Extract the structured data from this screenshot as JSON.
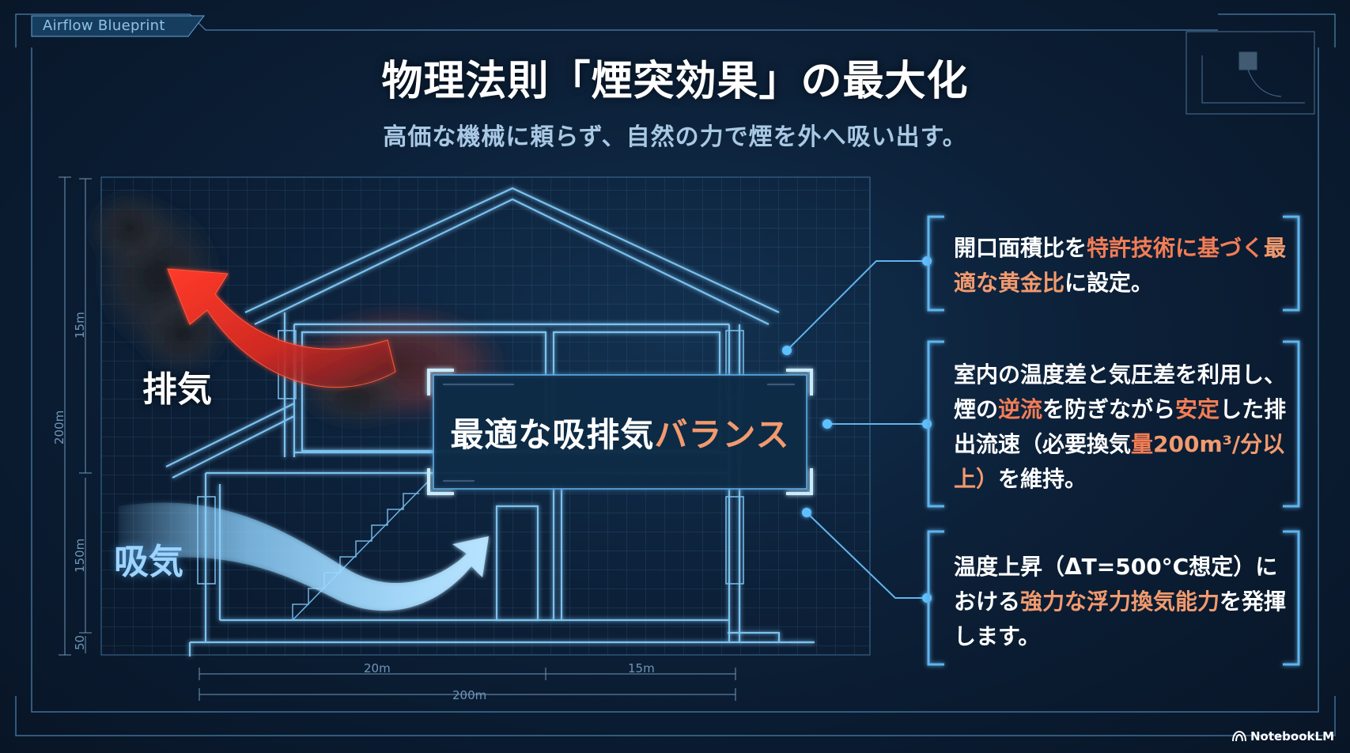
{
  "header": {
    "tab_label": "Airflow Blueprint",
    "title": "物理法則「煙突効果」の最大化",
    "subtitle": "高価な機械に頼らず、自然の力で煙を外へ吸い出す。"
  },
  "diagram": {
    "exhaust_label": "排気",
    "intake_label": "吸気",
    "center_box": {
      "text_a": "最適な吸排気",
      "text_b": "バランス"
    },
    "dimensions": {
      "width_left": "20m",
      "width_right": "15m",
      "width_total": "200m",
      "height_upper": "15m",
      "height_total": "200m",
      "height_lower": "150m",
      "height_base": "50"
    }
  },
  "notes": [
    {
      "parts": [
        "開口面積比を",
        "特許技術に基づく",
        "最適な黄金比",
        "に設定。"
      ]
    },
    {
      "parts": [
        "室内の温度差と気圧差を利用し、煙の",
        "逆流",
        "を防ぎながら",
        "安定",
        "した排出流速（必要換気",
        "量",
        "200m³/分以上）",
        "を維持。"
      ]
    },
    {
      "parts": [
        "温度上昇（ΔT=500°C想定）に",
        "おける",
        "強力な浮力換気能力",
        "を発揮します。"
      ]
    }
  ],
  "brand": {
    "name": "NotebookLM",
    "icon": "notebooklm-logo-icon"
  },
  "colors": {
    "background": "#0c2038",
    "line": "#5fb4ee",
    "exhaust_arrow": "#e0251f",
    "intake_arrow": "#8fd2ff",
    "highlight": "#f29a6e"
  }
}
